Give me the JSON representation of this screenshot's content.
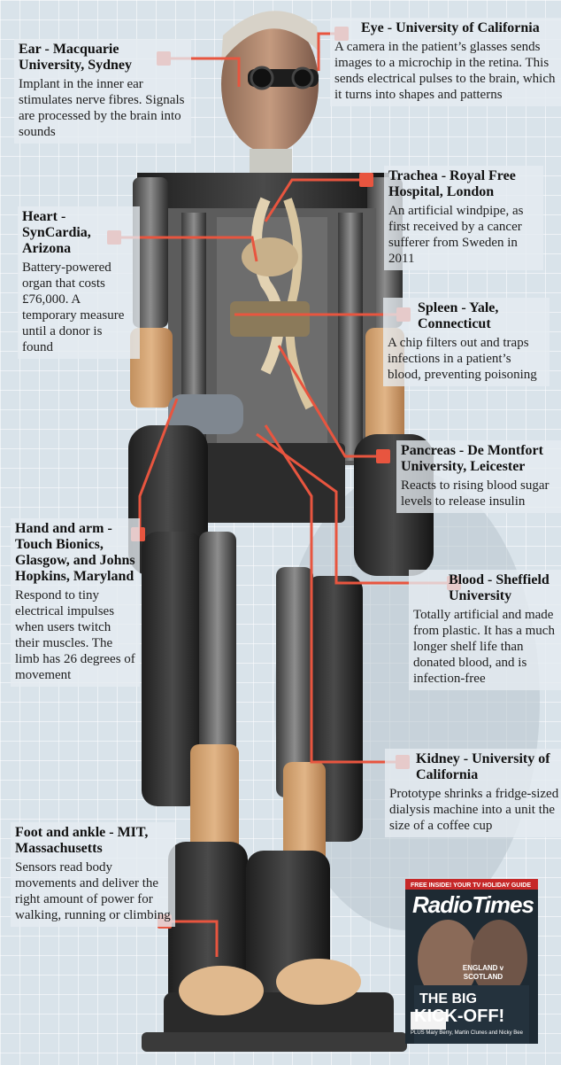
{
  "annotations": {
    "eye": {
      "title": "Eye - University of California",
      "body": "A camera in the patient’s glasses sends images to a microchip in the retina. This sends electrical pulses to the brain, which it turns into shapes and patterns"
    },
    "ear": {
      "title": "Ear - Macquarie University, Sydney",
      "body": "Implant in the inner ear stimulates nerve fibres. Signals are processed by the brain into sounds"
    },
    "trachea": {
      "title": "Trachea - Royal Free Hospital, London",
      "body": "An artificial windpipe, as first received by a cancer sufferer from Sweden in 2011"
    },
    "heart": {
      "title": "Heart - SynCardia, Arizona",
      "body": "Battery-powered organ that costs £76,000. A temporary measure until a donor is found"
    },
    "spleen": {
      "title": "Spleen - Yale, Connecticut",
      "body": "A chip filters out and traps infections in a patient’s blood, preventing poisoning"
    },
    "pancreas": {
      "title": "Pancreas - De Montfort University, Leicester",
      "body": "Reacts to rising blood sugar levels to release insulin"
    },
    "hand_arm": {
      "title": "Hand and arm - Touch Bionics, Glasgow, and Johns Hopkins, Maryland",
      "body": "Respond to tiny electrical impulses when users twitch their muscles. The limb has 26 degrees of movement"
    },
    "blood": {
      "title": "Blood - Sheffield University",
      "body": "Totally artificial and made from plastic. It has a much longer shelf life than donated blood, and is infection-free"
    },
    "kidney": {
      "title": "Kidney - University of California",
      "body": "Prototype shrinks a fridge-sized dialysis machine into a unit the size of a coffee cup"
    },
    "foot_ankle": {
      "title": "Foot and ankle - MIT, Massachusetts",
      "body": "Sensors read body movements and deliver the right amount of power for walking, running or climbing"
    }
  },
  "magazine": {
    "top_line": "FREE INSIDE! YOUR TV HOLIDAY GUIDE",
    "title": "RadioTimes",
    "teams": "ENGLAND v SCOTLAND",
    "headline_1": "THE BIG",
    "headline_2": "KICK-OFF!",
    "bottom_line": "PLUS Mary Berry, Martin Clunes and Nicky Bee"
  },
  "colors": {
    "accent": "#e8553f",
    "background": "#d9e3ea"
  }
}
